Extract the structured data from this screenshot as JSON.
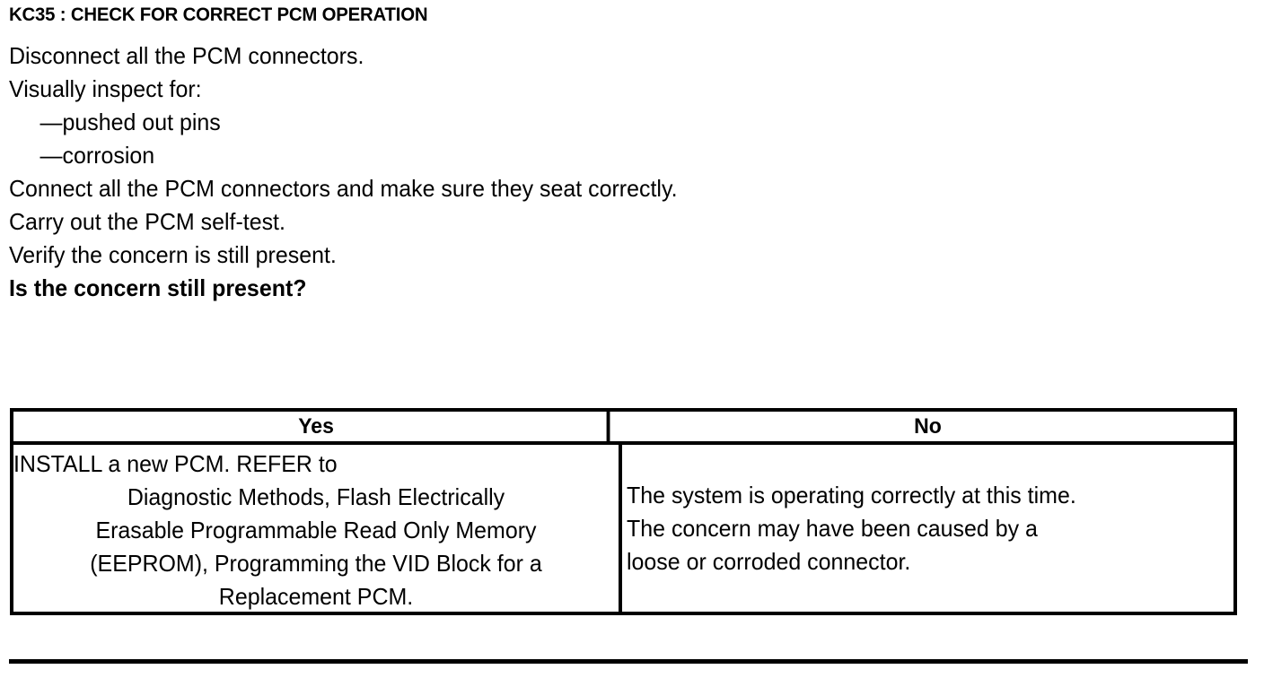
{
  "document": {
    "step_title": "KC35 : CHECK FOR CORRECT PCM OPERATION",
    "instructions": [
      {
        "text": "Disconnect all the PCM connectors.",
        "style": "normal",
        "indent": false
      },
      {
        "text": "Visually inspect for:",
        "style": "normal",
        "indent": false
      },
      {
        "text": "—pushed out pins",
        "style": "normal",
        "indent": true
      },
      {
        "text": "—corrosion",
        "style": "normal",
        "indent": true
      },
      {
        "text": "Connect all the PCM connectors and make sure they seat correctly.",
        "style": "normal",
        "indent": false
      },
      {
        "text": "Carry out the PCM self-test.",
        "style": "normal",
        "indent": false
      },
      {
        "text": "Verify the concern is still present.",
        "style": "normal",
        "indent": false
      },
      {
        "text": "Is the concern still present?",
        "style": "bold",
        "indent": false
      }
    ],
    "decision_table": {
      "headers": {
        "yes": "Yes",
        "no": "No"
      },
      "yes_cell": {
        "lines": [
          {
            "text": "INSTALL a new PCM.  REFER to",
            "align": "left"
          },
          {
            "text": "Diagnostic Methods, Flash Electrically",
            "align": "center"
          },
          {
            "text": "Erasable Programmable Read Only Memory",
            "align": "center"
          },
          {
            "text": "(EEPROM), Programming the VID Block for a",
            "align": "center"
          },
          {
            "text": "Replacement PCM.",
            "align": "center"
          }
        ]
      },
      "no_cell": {
        "lines": [
          {
            "text": "The system is operating correctly at this time.",
            "align": "left"
          },
          {
            "text": "The concern may have been caused by a",
            "align": "left"
          },
          {
            "text": "loose or corroded connector.",
            "align": "left"
          }
        ]
      }
    },
    "colors": {
      "ink": "#000000",
      "paper": "#ffffff"
    }
  }
}
